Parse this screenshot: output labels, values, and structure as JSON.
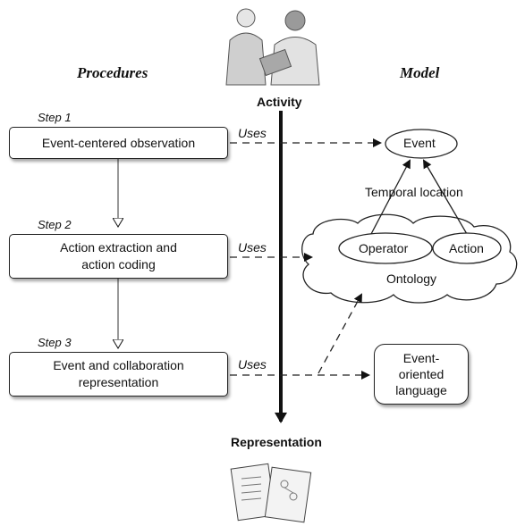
{
  "headers": {
    "procedures": "Procedures",
    "model": "Model",
    "activity": "Activity",
    "representation": "Representation"
  },
  "steps": [
    {
      "label": "Step 1",
      "box": "Event-centered observation"
    },
    {
      "label": "Step 2",
      "box_line1": "Action extraction and",
      "box_line2": "action coding"
    },
    {
      "label": "Step 3",
      "box_line1": "Event and collaboration",
      "box_line2": "representation"
    }
  ],
  "uses": [
    "Uses",
    "Uses",
    "Uses"
  ],
  "model": {
    "event": "Event",
    "temporal_location": "Temporal location",
    "operator": "Operator",
    "action": "Action",
    "ontology": "Ontology",
    "language_line1": "Event-",
    "language_line2": "oriented",
    "language_line3": "language"
  }
}
